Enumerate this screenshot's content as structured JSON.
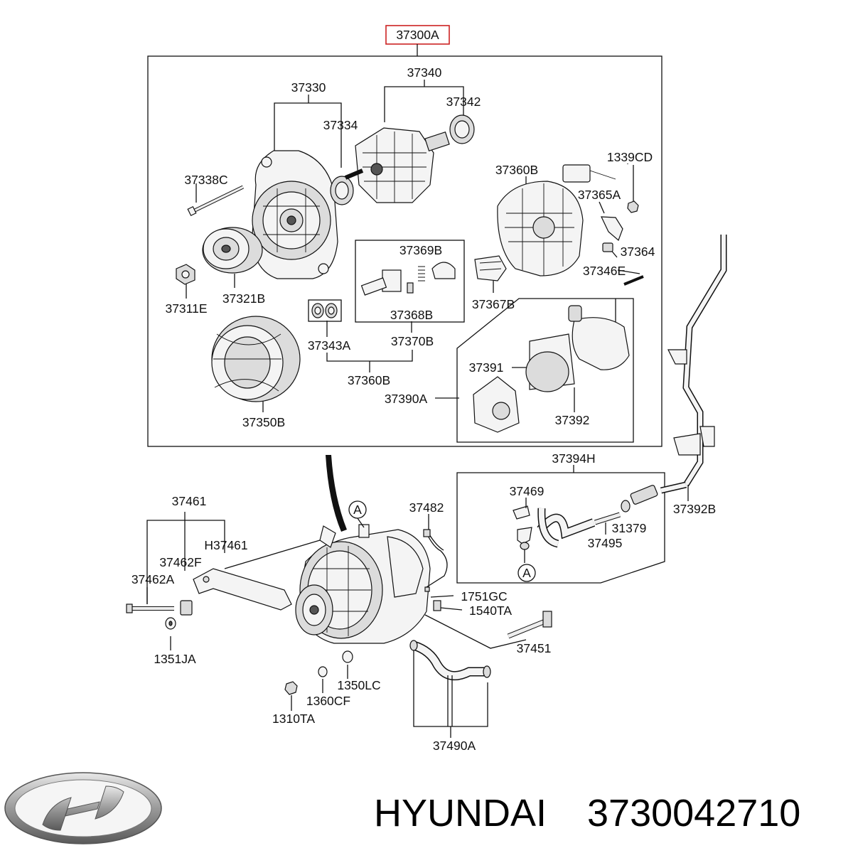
{
  "main_part_number": "37300A",
  "labels": [
    {
      "id": "p37340",
      "text": "37340"
    },
    {
      "id": "p37330",
      "text": "37330"
    },
    {
      "id": "p37342",
      "text": "37342"
    },
    {
      "id": "p37334",
      "text": "37334"
    },
    {
      "id": "p1339CD",
      "text": "1339CD"
    },
    {
      "id": "p37360B_top",
      "text": "37360B"
    },
    {
      "id": "p37338C",
      "text": "37338C"
    },
    {
      "id": "p37365A",
      "text": "37365A"
    },
    {
      "id": "p37369B",
      "text": "37369B"
    },
    {
      "id": "p37364",
      "text": "37364"
    },
    {
      "id": "p37346E",
      "text": "37346E"
    },
    {
      "id": "p37321B",
      "text": "37321B"
    },
    {
      "id": "p37311E",
      "text": "37311E"
    },
    {
      "id": "p37368B",
      "text": "37368B"
    },
    {
      "id": "p37367B",
      "text": "37367B"
    },
    {
      "id": "p37343A",
      "text": "37343A"
    },
    {
      "id": "p37370B",
      "text": "37370B"
    },
    {
      "id": "p37360B_bot",
      "text": "37360B"
    },
    {
      "id": "p37391",
      "text": "37391"
    },
    {
      "id": "p37390A",
      "text": "37390A"
    },
    {
      "id": "p37392",
      "text": "37392"
    },
    {
      "id": "p37350B",
      "text": "37350B"
    },
    {
      "id": "p37394H",
      "text": "37394H"
    },
    {
      "id": "p37461",
      "text": "37461"
    },
    {
      "id": "p37482",
      "text": "37482"
    },
    {
      "id": "p37469",
      "text": "37469"
    },
    {
      "id": "p37392B",
      "text": "37392B"
    },
    {
      "id": "pH37461",
      "text": "H37461"
    },
    {
      "id": "p31379",
      "text": "31379"
    },
    {
      "id": "p37462F",
      "text": "37462F"
    },
    {
      "id": "p37495",
      "text": "37495"
    },
    {
      "id": "p37462A",
      "text": "37462A"
    },
    {
      "id": "p1751GC",
      "text": "1751GC"
    },
    {
      "id": "p1540TA",
      "text": "1540TA"
    },
    {
      "id": "p37451",
      "text": "37451"
    },
    {
      "id": "p1351JA",
      "text": "1351JA"
    },
    {
      "id": "p1350LC",
      "text": "1350LC"
    },
    {
      "id": "p1360CF",
      "text": "1360CF"
    },
    {
      "id": "p1310TA",
      "text": "1310TA"
    },
    {
      "id": "p37490A",
      "text": "37490A"
    },
    {
      "id": "refA1",
      "text": "A"
    },
    {
      "id": "refA2",
      "text": "A"
    }
  ],
  "brand": "HYUNDAI",
  "catalog_number": "3730042710",
  "highlight_color": "#cc2222"
}
